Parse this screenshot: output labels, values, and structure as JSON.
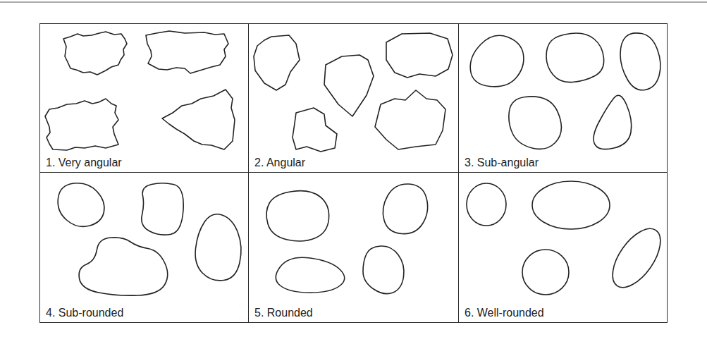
{
  "diagram": {
    "nodes": [
      {
        "text": [
          "1. Very angular"
        ]
      },
      {
        "text": [
          "2. Angular"
        ]
      },
      {
        "text": [
          "3. Sub-angular"
        ]
      },
      {
        "text": [
          "4. Sub-rounded"
        ]
      },
      {
        "text": [
          "5. Rounded"
        ]
      },
      {
        "text": [
          "6. Well-rounded"
        ]
      }
    ]
  }
}
